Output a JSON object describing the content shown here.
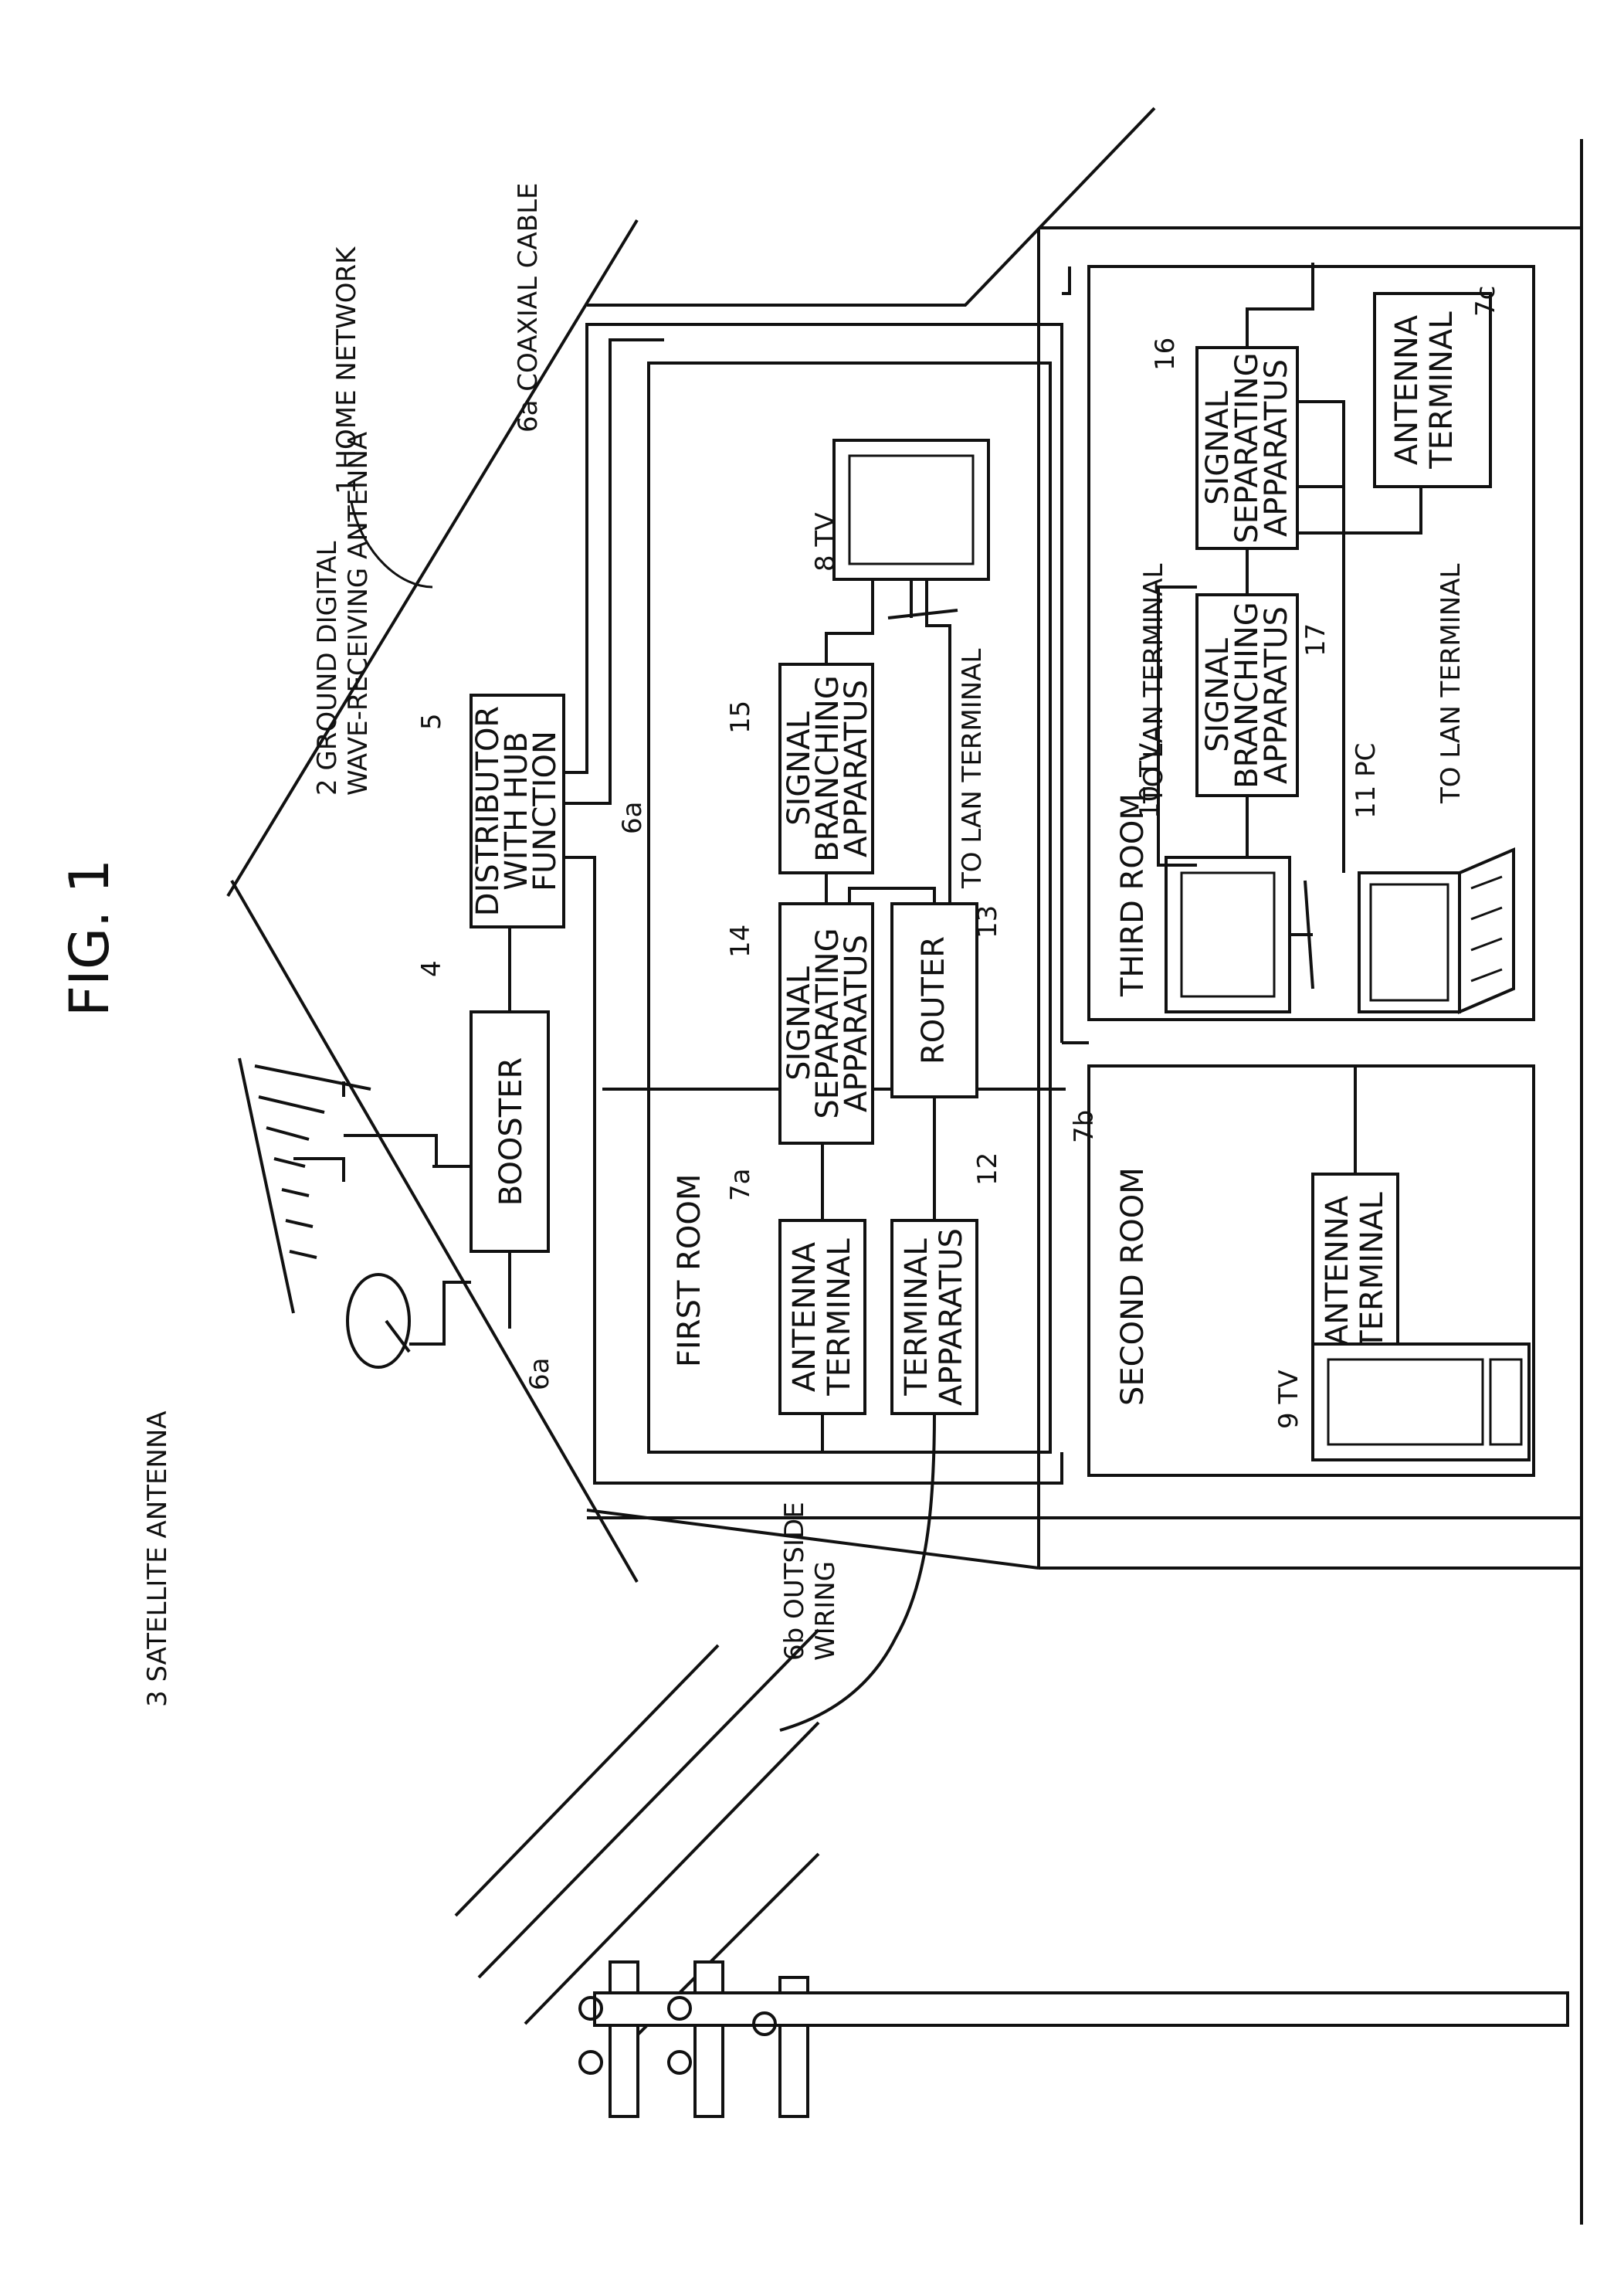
{
  "figure_title": "FIG. 1",
  "labels": {
    "home_network": "1 HOME NETWORK",
    "coaxial_cable": "6a COAXIAL CABLE",
    "ground_antenna_line1": "2 GROUND DIGITAL",
    "ground_antenna_line2": "WAVE-RECEIVING ANTENNA",
    "satellite_antenna": "3 SATELLITE ANTENNA",
    "outside_wiring_line1": "6b OUTSIDE",
    "outside_wiring_line2": "WIRING",
    "ref_6a_top": "6a",
    "ref_6a_left": "6a",
    "ref_4": "4",
    "ref_5": "5",
    "ref_7a": "7a",
    "ref_7b": "7b",
    "ref_7c": "7c",
    "ref_12": "12",
    "ref_13": "13",
    "ref_14": "14",
    "ref_15": "15",
    "ref_16": "16",
    "ref_17": "17",
    "tv8": "8 TV",
    "tv9": "9 TV",
    "tv10": "10 TV",
    "pc11": "11 PC",
    "to_lan_1": "TO LAN TERMINAL",
    "to_lan_2": "TO LAN TERMINAL",
    "to_lan_3": "TO LAN TERMINAL"
  },
  "rooms": {
    "first": "FIRST ROOM",
    "second": "SECOND ROOM",
    "third": "THIRD ROOM"
  },
  "blocks": {
    "booster": [
      "BOOSTER"
    ],
    "distributor": [
      "DISTRIBUTOR",
      "WITH HUB",
      "FUNCTION"
    ],
    "antenna_terminal_7a": [
      "ANTENNA",
      "TERMINAL"
    ],
    "terminal_apparatus_12": [
      "TERMINAL",
      "APPARATUS"
    ],
    "router_13": [
      "ROUTER"
    ],
    "signal_separating_14": [
      "SIGNAL",
      "SEPARATING",
      "APPARATUS"
    ],
    "signal_branching_15": [
      "SIGNAL",
      "BRANCHING",
      "APPARATUS"
    ],
    "antenna_terminal_7b": [
      "ANTENNA",
      "TERMINAL"
    ],
    "signal_separating_16": [
      "SIGNAL",
      "SEPARATING",
      "APPARATUS"
    ],
    "signal_branching_17": [
      "SIGNAL",
      "BRANCHING",
      "APPARATUS"
    ],
    "antenna_terminal_7c": [
      "ANTENNA",
      "TERMINAL"
    ]
  }
}
